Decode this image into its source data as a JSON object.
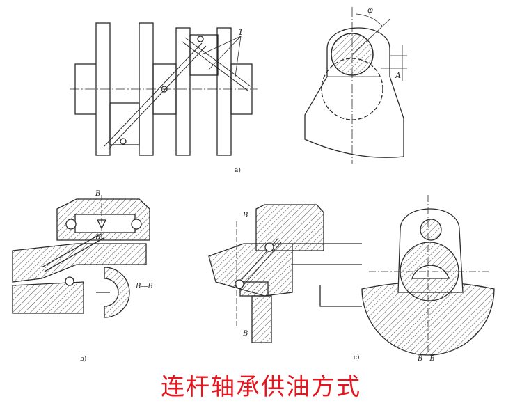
{
  "title": "连杆轴承供油方式",
  "panels": {
    "a": {
      "caption": "a)",
      "callout": "1",
      "angle_label": "φ",
      "dim_label": "A"
    },
    "b": {
      "caption": "b)",
      "section_mark_top": "B",
      "section_mark_bottom": "B",
      "section_label": "B—B"
    },
    "c": {
      "caption": "c)",
      "section_mark_top": "B",
      "section_mark_bottom": "B",
      "section_label": "B—B"
    }
  },
  "colors": {
    "title": "#e8141e",
    "line": "#2a2a2a",
    "hatch": "#555555"
  }
}
